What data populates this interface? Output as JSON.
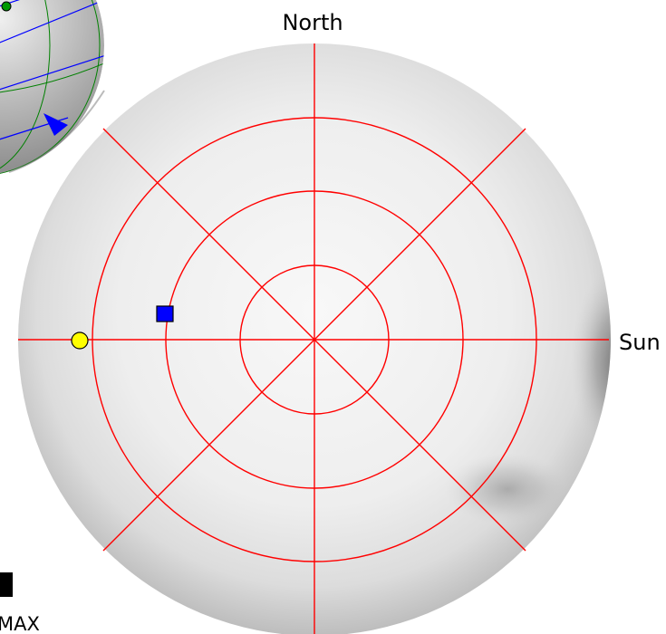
{
  "labels": {
    "north": "North",
    "sun": "Sun",
    "legend_fragment": "MAX"
  },
  "colors": {
    "grid": "#ff0000",
    "background": "#ffffff",
    "sun_marker": "#ffff00",
    "subsolar_marker": "#0000ff",
    "inset_orbit": "#0000ff",
    "inset_grid": "#008000"
  },
  "icons": {
    "sun_position": "yellow-circle-icon",
    "target_point": "blue-square-icon",
    "legend_swatch": "black-square-icon",
    "inset_arrow": "blue-arrow-icon"
  }
}
